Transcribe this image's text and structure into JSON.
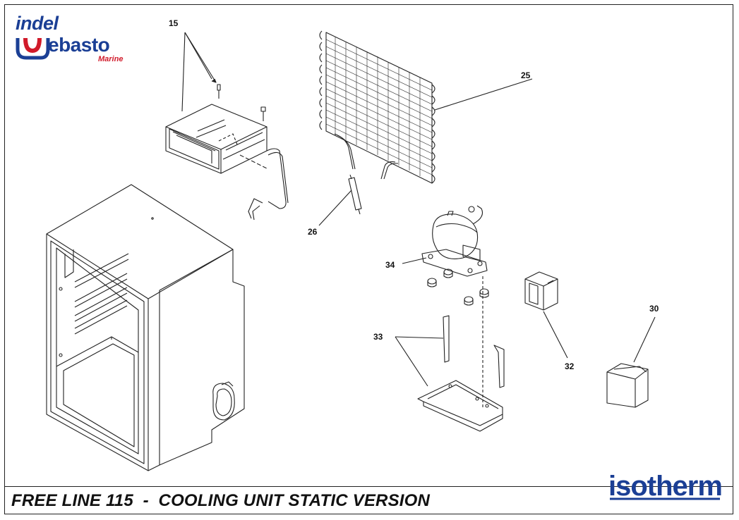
{
  "title": "FREE LINE 115  -  COOLING UNIT STATIC VERSION",
  "brands": {
    "indel": "indel",
    "webasto": "ebasto",
    "marine": "Marine",
    "isotherm": "isotherm"
  },
  "callouts": {
    "c15": "15",
    "c25": "25",
    "c26": "26",
    "c34": "34",
    "c33": "33",
    "c32": "32",
    "c30": "30"
  },
  "colors": {
    "brand_blue": "#1b3f95",
    "brand_red": "#d11a2a",
    "line": "#222222"
  },
  "icons": [
    "webasto-w-logo-icon",
    "isotherm-logo-icon"
  ]
}
